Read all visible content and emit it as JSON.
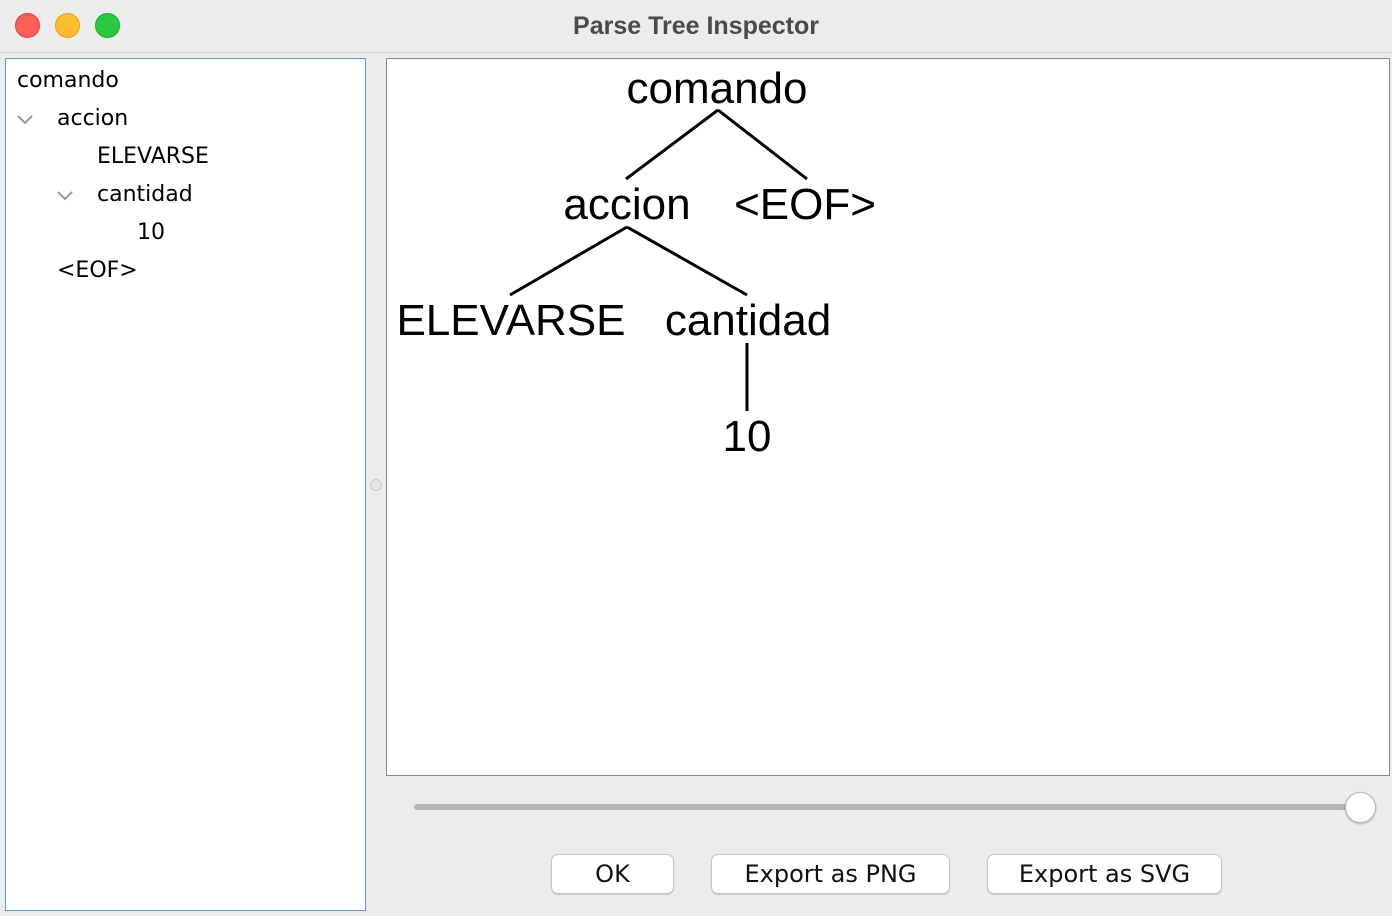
{
  "window": {
    "title": "Parse Tree Inspector"
  },
  "tree_view": {
    "items": [
      {
        "label": "comando",
        "depth": 0,
        "expandable": false
      },
      {
        "label": "accion",
        "depth": 1,
        "expandable": true,
        "expanded": true
      },
      {
        "label": "ELEVARSE",
        "depth": 2,
        "expandable": false
      },
      {
        "label": "cantidad",
        "depth": 2,
        "expandable": true,
        "expanded": true
      },
      {
        "label": "10",
        "depth": 3,
        "expandable": false
      },
      {
        "label": "<EOF>",
        "depth": 1,
        "expandable": false
      }
    ]
  },
  "diagram": {
    "nodes": [
      {
        "id": "comando",
        "label": "comando"
      },
      {
        "id": "accion",
        "label": "accion"
      },
      {
        "id": "eof",
        "label": "<EOF>"
      },
      {
        "id": "elevarse",
        "label": "ELEVARSE"
      },
      {
        "id": "cantidad",
        "label": "cantidad"
      },
      {
        "id": "ten",
        "label": "10"
      }
    ],
    "edges": [
      [
        "comando",
        "accion"
      ],
      [
        "comando",
        "eof"
      ],
      [
        "accion",
        "elevarse"
      ],
      [
        "accion",
        "cantidad"
      ],
      [
        "cantidad",
        "ten"
      ]
    ]
  },
  "zoom_slider": {
    "value_percent": 100
  },
  "buttons": {
    "ok": "OK",
    "export_png": "Export as PNG",
    "export_svg": "Export as SVG"
  }
}
